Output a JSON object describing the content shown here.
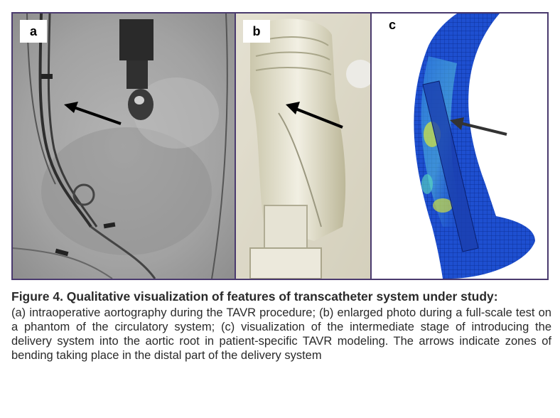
{
  "figure": {
    "panels": [
      {
        "label": "a",
        "description_icon": "aortography-xray-image"
      },
      {
        "label": "b",
        "description_icon": "phantom-photo-image"
      },
      {
        "label": "c",
        "description_icon": "fem-simulation-image"
      }
    ]
  },
  "caption": {
    "title": "Figure 4. Qualitative visualization of features of transcatheter system under study:",
    "body": "(a) intraoperative aortography during the TAVR procedure; (b) enlarged photo during a full-scale test on a phantom of the circulatory system; (c) visualization of the intermediate stage of introducing the delivery system into the aortic root in patient-specific TAVR modeling. The arrows indicate zones of bending taking place in the distal part of the delivery system"
  },
  "colors": {
    "frame": "#4a3a6e",
    "caption_text": "#2a2a2a"
  }
}
